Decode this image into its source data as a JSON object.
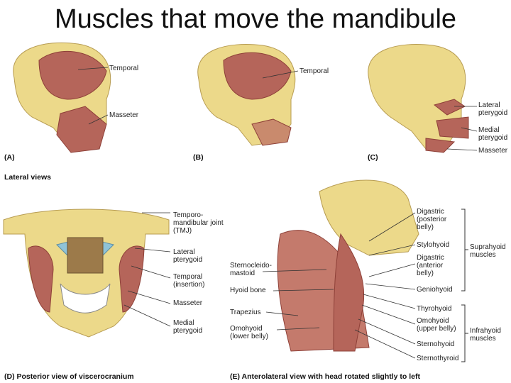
{
  "title": "Muscles that move the mandibule",
  "panels": {
    "a": {
      "tag": "(A)",
      "labels": [
        "Temporal",
        "Masseter"
      ]
    },
    "b": {
      "tag": "(B)",
      "labels": [
        "Temporal"
      ]
    },
    "c": {
      "tag": "(C)",
      "labels": [
        "Lateral pterygoid",
        "Medial pterygoid",
        "Masseter"
      ]
    },
    "lateral_views": "Lateral views",
    "d": {
      "caption": "(D) Posterior view of viscerocranium",
      "labels": [
        "Temporo-mandibular joint (TMJ)",
        "Lateral pterygoid",
        "Temporal (insertion)",
        "Masseter",
        "Medial pterygoid"
      ]
    },
    "e": {
      "caption": "(E) Anterolateral view with head rotated slightly to left",
      "left_labels": [
        "Sternocleido-mastoid",
        "Hyoid bone",
        "Trapezius",
        "Omohyoid (lower belly)"
      ],
      "right_labels": [
        "Digastric (posterior belly)",
        "Stylohyoid",
        "Digastric (anterior belly)",
        "Geniohyoid",
        "Thyrohyoid",
        "Omohyoid (upper belly)",
        "Sternohyoid",
        "Sternothyroid"
      ],
      "groups": [
        "Suprahyoid muscles",
        "Infrahyoid muscles"
      ]
    }
  },
  "colors": {
    "bone": "#ecd98a",
    "muscle": "#b5655a",
    "muscle_dark": "#8e4038",
    "cartilage": "#8fc3d8",
    "line": "#333333"
  }
}
